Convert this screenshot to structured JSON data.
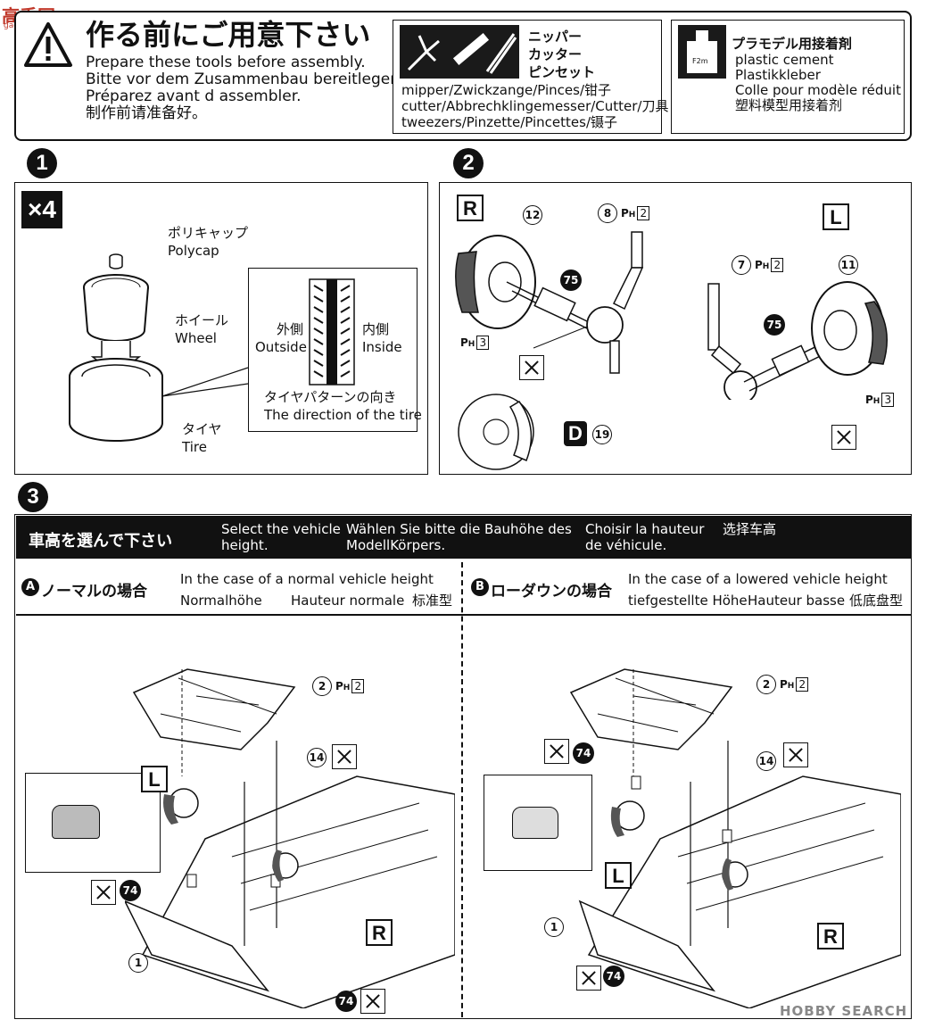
{
  "watermark_top": "高手网",
  "watermark_top_sub": "gao-shou.com",
  "header": {
    "title_jp": "作る前にご用意下さい",
    "lines": [
      "Prepare these tools before assembly.",
      "Bitte vor dem Zusammenbau bereitlegen.",
      "Préparez avant d assembler.",
      "制作前请准备好。"
    ],
    "tools_jp": [
      "ニッパー",
      "カッター",
      "ピンセット"
    ],
    "tools_lines": [
      "mipper/Zwickzange/Pinces/钳子",
      "cutter/Abbrechklingemesser/Cutter/刀具",
      "tweezers/Pinzette/Pincettes/镊子"
    ],
    "cement_jp": "プラモデル用接着剤",
    "cement_lines": [
      "plastic cement",
      "Plastikkleber",
      "Colle pour modèle réduit",
      "塑料模型用接着剂"
    ],
    "bottle_label": "F2m"
  },
  "step1": {
    "number": "1",
    "qty": "×4",
    "polycap_jp": "ポリキャップ",
    "polycap_en": "Polycap",
    "wheel_jp": "ホイール",
    "wheel_en": "Wheel",
    "tire_jp": "タイヤ",
    "tire_en": "Tire",
    "outside_jp": "外側",
    "outside_en": "Outside",
    "inside_jp": "内側",
    "inside_en": "Inside",
    "direction_jp": "タイヤパターンの向き",
    "direction_en": "The direction of the tire"
  },
  "step2": {
    "number": "2",
    "right": "R",
    "left": "L",
    "parts": {
      "p12": "12",
      "p8": "8",
      "p75a": "75",
      "p7": "7",
      "p11": "11",
      "p75b": "75",
      "p19": "19"
    },
    "ph": "P",
    "ph_sub": "H",
    "ph_nums": {
      "a": "2",
      "b": "3",
      "c": "2",
      "d": "3"
    },
    "decal_letter": "D"
  },
  "step3": {
    "number": "3",
    "band": {
      "jp": "車高を選んで下さい",
      "en": [
        "Select the vehicle",
        "height."
      ],
      "de": [
        "Wählen Sie bitte die Bauhöhe des",
        "ModellKörpers."
      ],
      "fr": [
        "Choisir la hauteur",
        "de véhicule."
      ],
      "cn": "选择车高"
    },
    "optA": {
      "badge": "A",
      "jp": "ノーマルの場合",
      "en": "In the case of a normal vehicle height",
      "de": "Normalhöhe",
      "fr": "Hauteur normale",
      "cn": "标准型"
    },
    "optB": {
      "badge": "B",
      "jp": "ローダウンの場合",
      "en": "In the case of a lowered vehicle height",
      "de": "tiefgestellte Höhe",
      "fr": "Hauteur basse",
      "cn": "低底盘型"
    },
    "labels": {
      "L": "L",
      "R": "R"
    },
    "parts": {
      "p2": "2",
      "p14": "14",
      "p74": "74",
      "p1": "1"
    },
    "ph_num": "2"
  },
  "footer_logo": "HOBBY SEARCH"
}
